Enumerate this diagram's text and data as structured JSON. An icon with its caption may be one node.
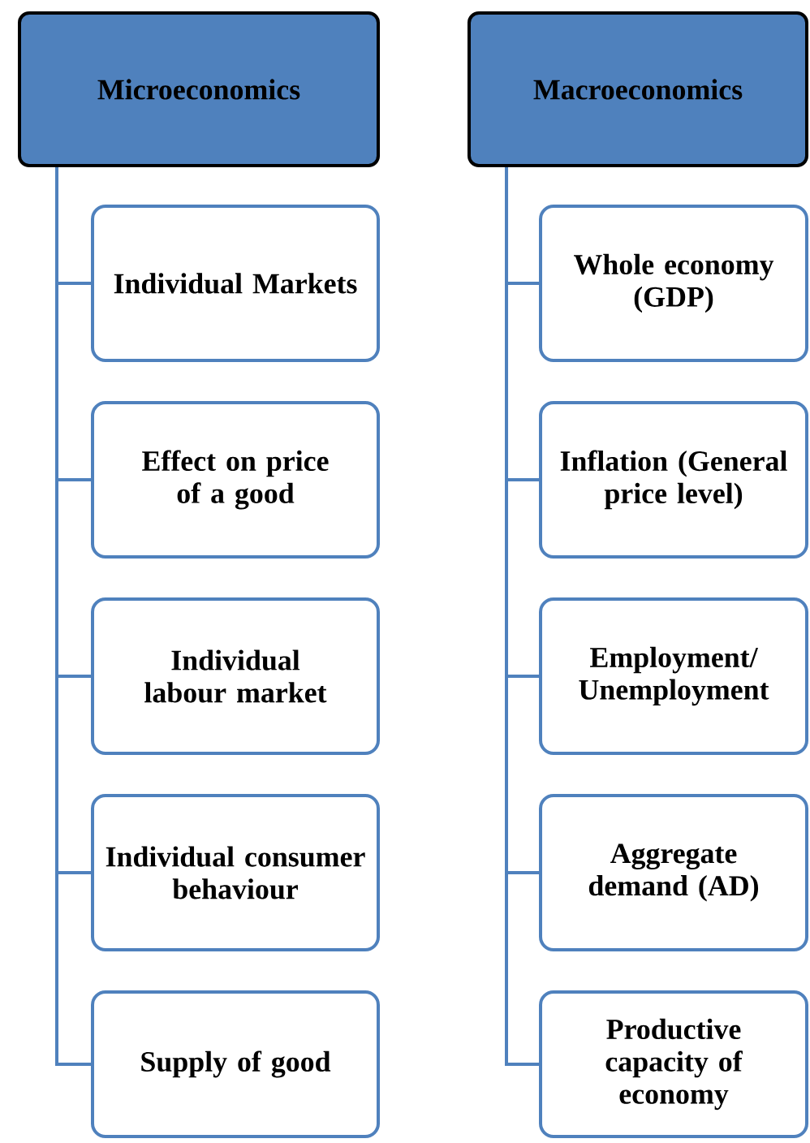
{
  "diagram": {
    "nodes": [
      {
        "text": [
          "Microeconomics"
        ]
      },
      {
        "text": [
          "Individual Markets"
        ]
      },
      {
        "text": [
          "Effect on price of a good"
        ]
      },
      {
        "text": [
          "Individual labour market"
        ]
      },
      {
        "text": [
          "Individual consumer behaviour"
        ]
      },
      {
        "text": [
          "Supply of good"
        ]
      },
      {
        "text": [
          "Macroeconomics"
        ]
      },
      {
        "text": [
          "Whole economy (GDP)"
        ]
      },
      {
        "text": [
          "Inflation (General price level)"
        ]
      },
      {
        "text": [
          "Employment/ Unemployment"
        ]
      },
      {
        "text": [
          "Aggregate demand (AD)"
        ]
      },
      {
        "text": [
          "Productive capacity of economy"
        ]
      }
    ],
    "edges": [
      {
        "from": 0,
        "to": 1,
        "arrow": "none"
      },
      {
        "from": 0,
        "to": 2,
        "arrow": "none"
      },
      {
        "from": 0,
        "to": 3,
        "arrow": "none"
      },
      {
        "from": 0,
        "to": 4,
        "arrow": "none"
      },
      {
        "from": 0,
        "to": 5,
        "arrow": "none"
      },
      {
        "from": 6,
        "to": 7,
        "arrow": "none"
      },
      {
        "from": 6,
        "to": 8,
        "arrow": "none"
      },
      {
        "from": 6,
        "to": 9,
        "arrow": "none"
      },
      {
        "from": 6,
        "to": 10,
        "arrow": "none"
      },
      {
        "from": 6,
        "to": 11,
        "arrow": "none"
      }
    ]
  }
}
